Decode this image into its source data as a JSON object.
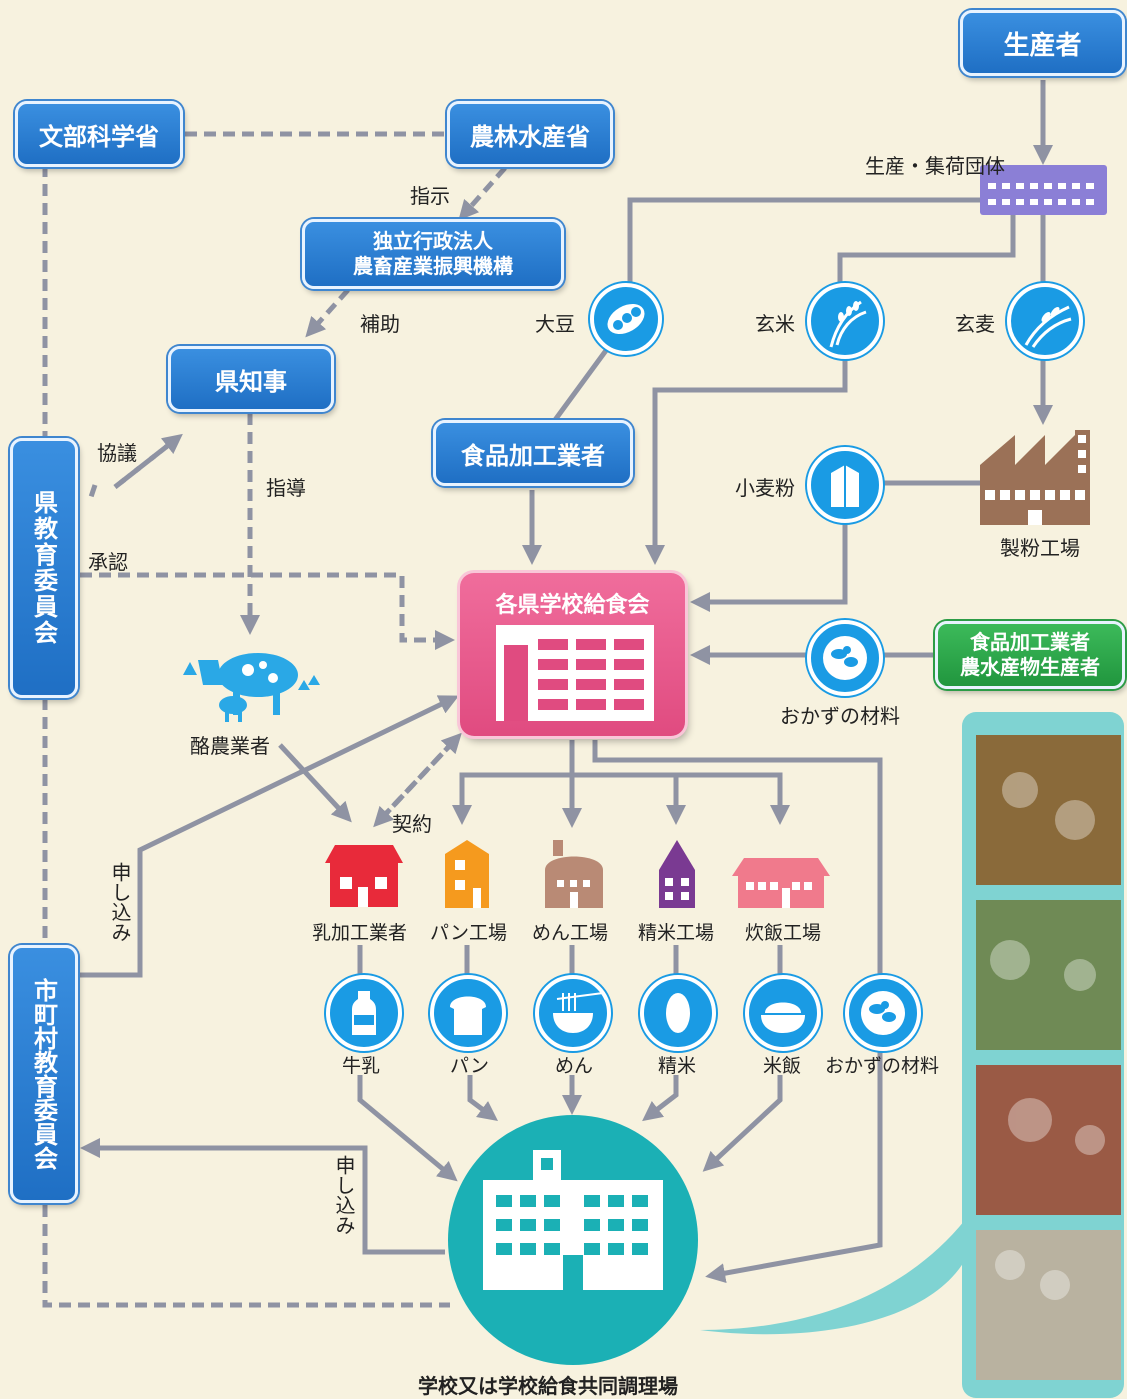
{
  "nodes": {
    "producer": "生産者",
    "mext": "文部科学省",
    "maff": "農林水産省",
    "alic": "独立行政法人\n農畜産業振興機構",
    "governor": "県知事",
    "pref_board": "県教育委員会",
    "food_processor": "食品加工業者",
    "school_lunch_assoc": "各県学校給食会",
    "processor_farmer": "食品加工業者\n農水産物生産者",
    "city_board": "市町村教育委員会",
    "school": "学校又は学校給食共同調理場"
  },
  "labels": {
    "collection_group": "生産・集荷団体",
    "instruction": "指示",
    "subsidy": "補助",
    "consultation": "協議",
    "guidance": "指導",
    "approval": "承認",
    "contract": "契約",
    "application1": "申し込み",
    "application2": "申し込み",
    "dairy_farmer": "酪農業者",
    "flour_mill": "製粉工場"
  },
  "products": {
    "soybean": "大豆",
    "brown_rice": "玄米",
    "wheat": "玄麦",
    "flour": "小麦粉",
    "side_dish_material": "おかずの材料"
  },
  "factories": [
    "乳加工業者",
    "パン工場",
    "めん工場",
    "精米工場",
    "炊飯工場"
  ],
  "items": [
    "牛乳",
    "パン",
    "めん",
    "精米",
    "米飯",
    "おかずの材料"
  ],
  "colors": {
    "blue_box": "#1f6fc4",
    "pink": "#ea5a8e",
    "teal": "#1bb0b5",
    "circle_blue": "#1a9be4",
    "arrow_gray": "#8f93a3",
    "green_box": "#21963e"
  }
}
